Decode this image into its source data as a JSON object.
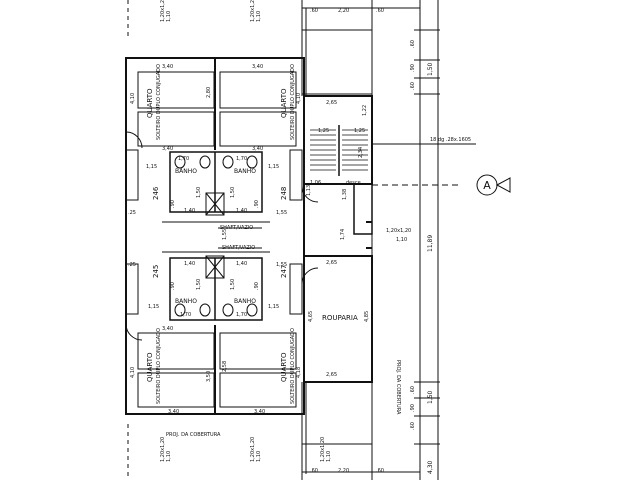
{
  "rooms": {
    "quarto_label": "QUARTO",
    "quarto_sub": "SOLTEIRO DUPLO CONJUGADO",
    "banho": "BANHO",
    "shaft": "SHAFT/VAZIO",
    "rouparia": "ROUPARIA",
    "proj_cobertura": "PROJ. DA COBERTURA",
    "room_numbers": [
      "246",
      "248",
      "245",
      "247"
    ]
  },
  "stair": {
    "note": "18 dg .28x.1605",
    "desce": "desce",
    "section_marker": "A"
  },
  "dimensions": {
    "window_top": "1,20x1,20",
    "window_sill": "1,10",
    "window_right": "1,20x1,20",
    "window_right_sill": "1,10",
    "top_chain": [
      ".60",
      "2,20",
      ".60"
    ],
    "bottom_chain": [
      ".60",
      "2,20",
      ".60"
    ],
    "right_top_chain": [
      ".60",
      ".90",
      ".60",
      "1,50"
    ],
    "right_bottom_chain": [
      ".60",
      ".90",
      ".60",
      "1,50"
    ],
    "total_vertical": "11,89",
    "bottom_total": "4,30",
    "room_w": "3,40",
    "room_h": "4,10",
    "room_h2": "4,18",
    "bath_w": "1,70",
    "bath_d": "1,15",
    "bath_d2": "1,50",
    "bath_b": "1,40",
    "shaft_w": ".90",
    "hall_w": "1,55",
    "stair_w": "2,65",
    "stair_side": "1,22",
    "stair_step": "1,25",
    "stair_m1": "1,38",
    "stair_m2": "2,34",
    "stair_m3": "1,35",
    "stair_m4": "1,06",
    "stair_m5": "1,13",
    "stair_m6": "1,74",
    "corridor": "1,55",
    "roupa_w": "2,65",
    "roupa_h": "4,85",
    "roupa_h2": "4,65",
    "misc_350": "3,50",
    "misc_258": "2,58",
    "misc_125": ".25",
    "misc_280": "2,80",
    "misc_125b": "1,25"
  }
}
